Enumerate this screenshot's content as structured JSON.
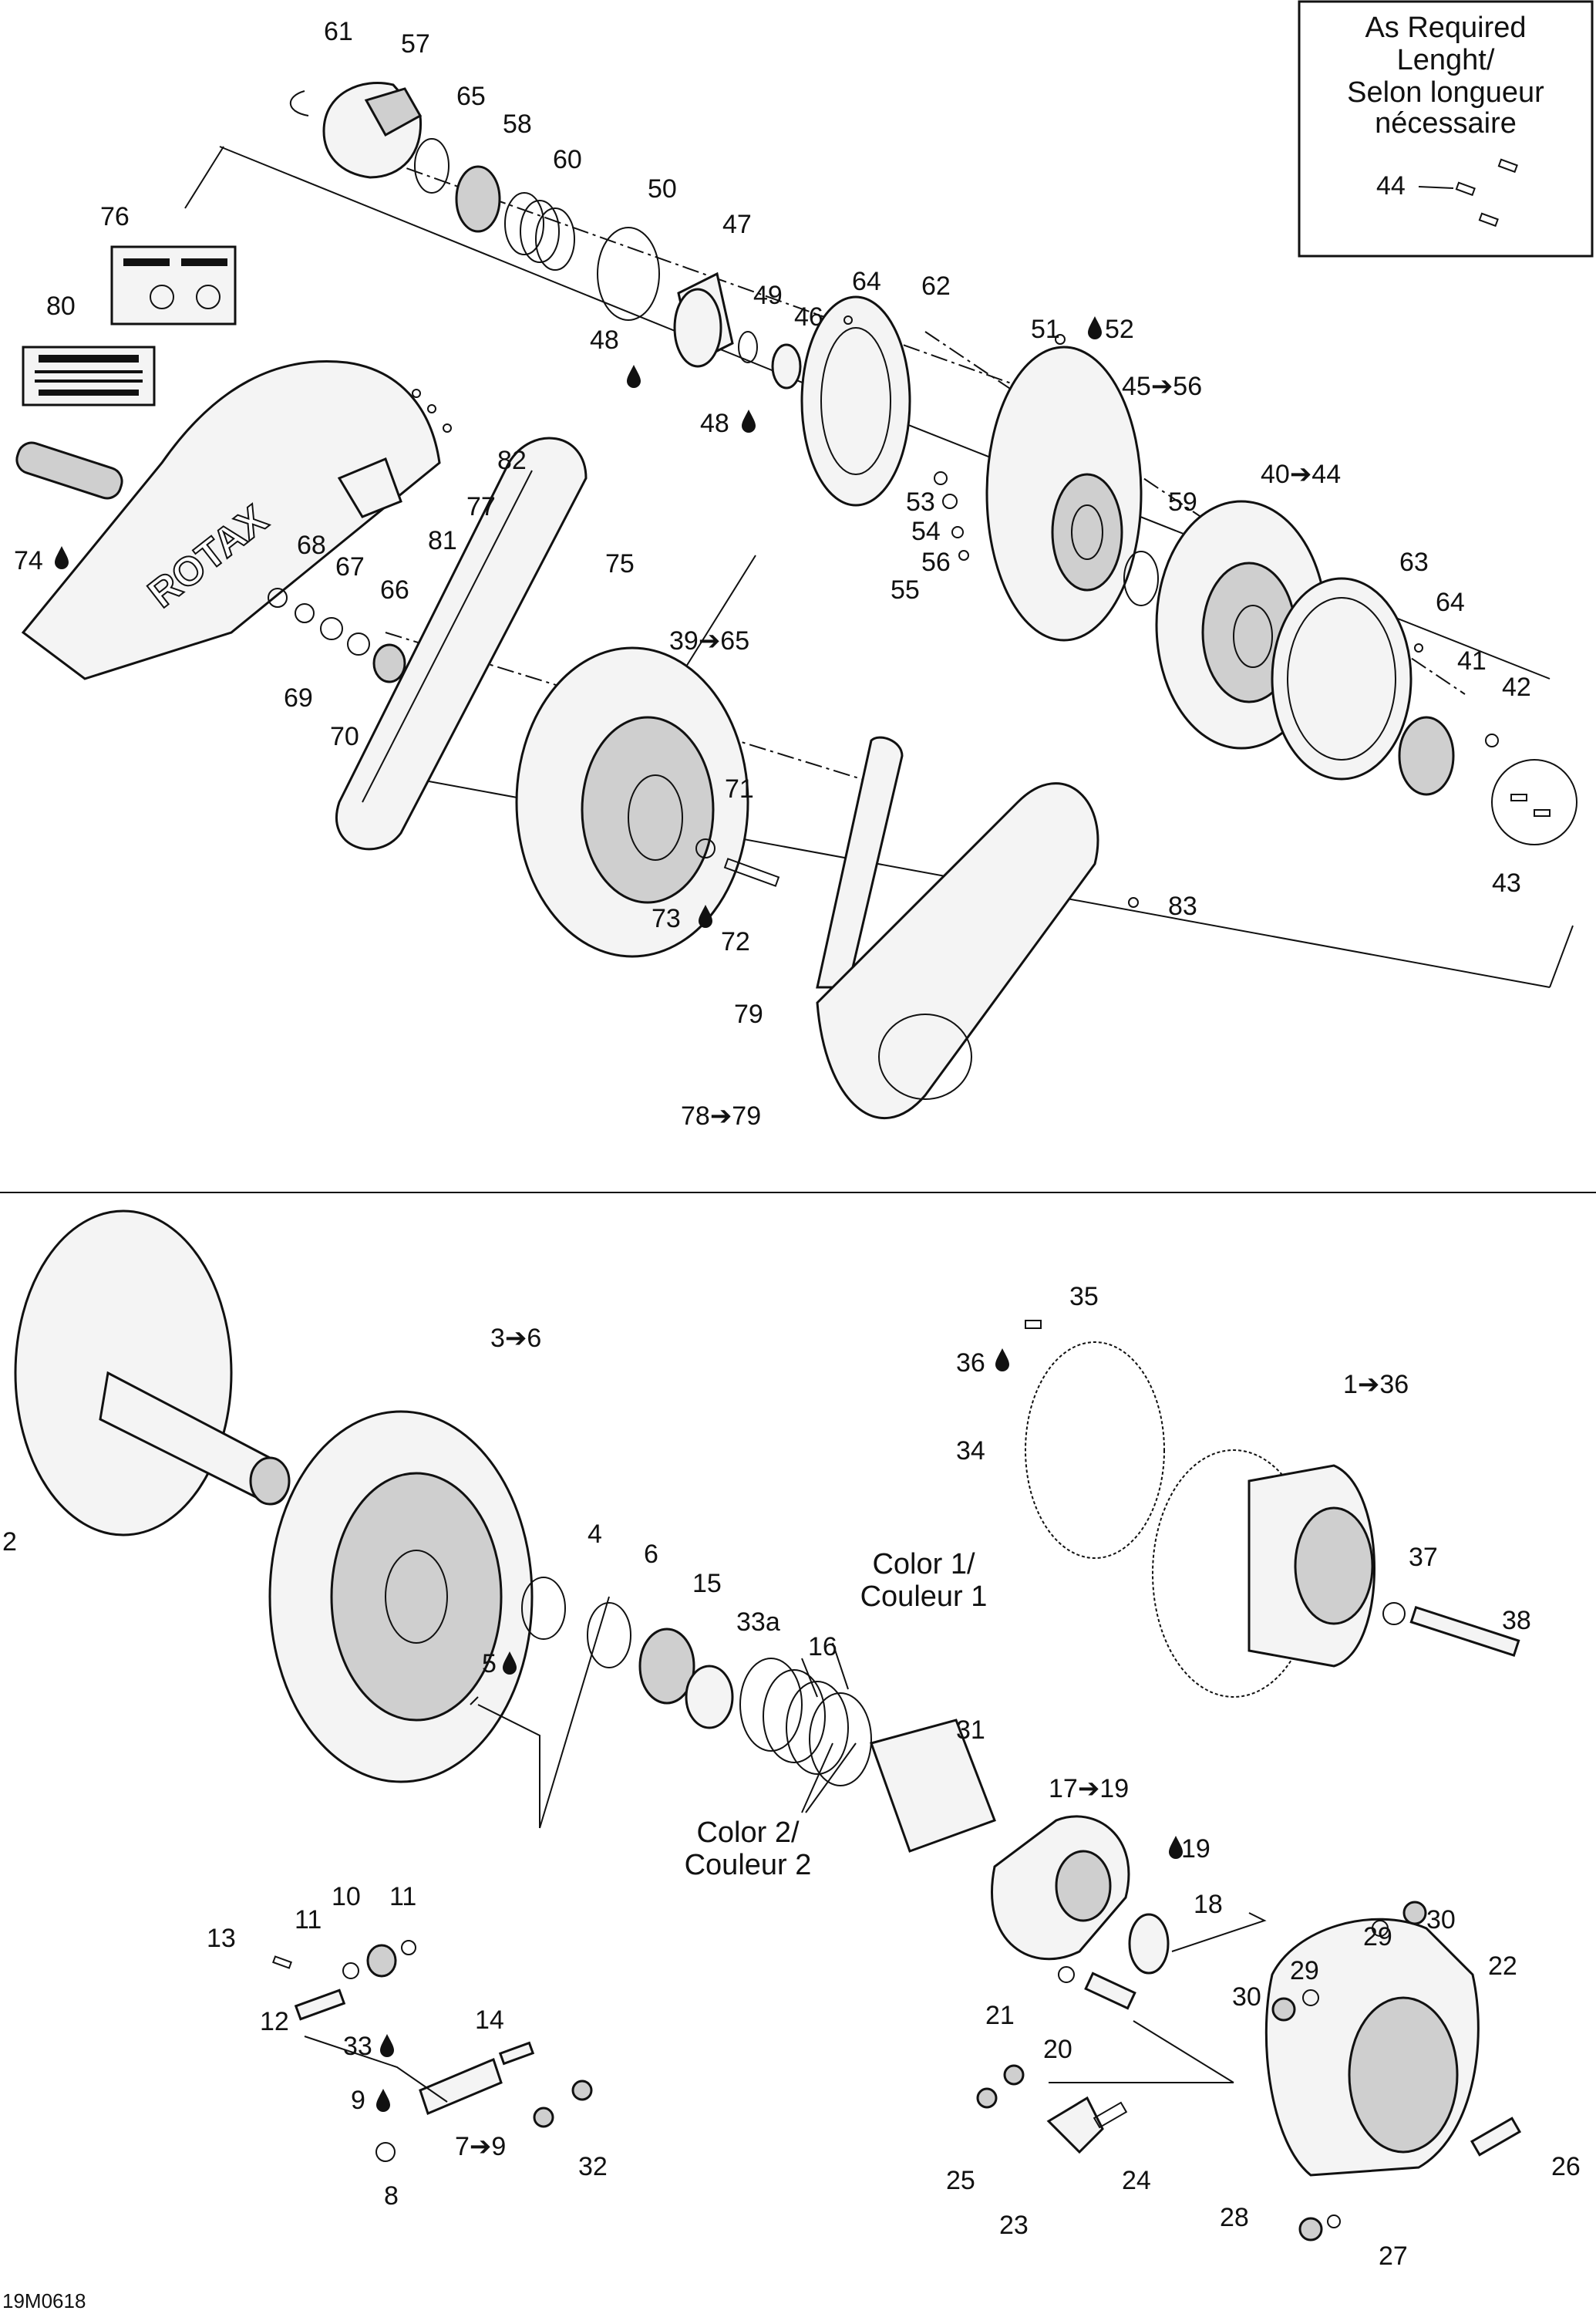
{
  "diagram_code": "19M0618",
  "note_box": {
    "line1": "As Required",
    "line2": "Lenght/",
    "line3": "Selon longueur",
    "line4": "nécessaire"
  },
  "color_labels": {
    "color1_line1": "Color 1/",
    "color1_line2": "Couleur 1",
    "color2_line1": "Color 2/",
    "color2_line2": "Couleur 2"
  },
  "logo_text": "ROTAX",
  "callouts": {
    "c61": "61",
    "c57": "57",
    "c65a": "65",
    "c58": "58",
    "c60": "60",
    "c50": "50",
    "c47": "47",
    "c49": "49",
    "c46": "46",
    "c48a": "48",
    "c48b": "48",
    "c64a": "64",
    "c62": "62",
    "c51": "51",
    "c52": "52",
    "c45": "45➔56",
    "c76": "76",
    "c80": "80",
    "c82": "82",
    "c77": "77",
    "c81": "81",
    "c74": "74",
    "c53": "53",
    "c54": "54",
    "c56": "56",
    "c55": "55",
    "c59": "59",
    "c40": "40➔44",
    "c63": "63",
    "c64b": "64",
    "c41": "41",
    "c42": "42",
    "c43": "43",
    "c44": "44",
    "c68": "68",
    "c67": "67",
    "c66": "66",
    "c69": "69",
    "c70": "70",
    "c75": "75",
    "c39": "39➔65",
    "c71": "71",
    "c73": "73",
    "c72": "72",
    "c83": "83",
    "c79": "79",
    "c78": "78➔79",
    "c2": "2",
    "c3": "3➔6",
    "c4": "4",
    "c6": "6",
    "c5": "5",
    "c15": "15",
    "c33a": "33a",
    "c16": "16",
    "c35": "35",
    "c36": "36",
    "c34": "34",
    "c1": "1➔36",
    "c37": "37",
    "c38": "38",
    "c31": "31",
    "c17": "17➔19",
    "c19": "19",
    "c18": "18",
    "c13": "13",
    "c11a": "11",
    "c10": "10",
    "c11b": "11",
    "c12": "12",
    "c14": "14",
    "c33": "33",
    "c9": "9",
    "c7": "7➔9",
    "c8": "8",
    "c32": "32",
    "c21": "21",
    "c20": "20",
    "c25": "25",
    "c24": "24",
    "c23": "23",
    "c29a": "29",
    "c30a": "30",
    "c29b": "29",
    "c30b": "30",
    "c22": "22",
    "c26": "26",
    "c28": "28",
    "c27": "27"
  }
}
